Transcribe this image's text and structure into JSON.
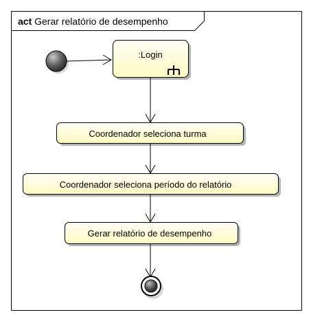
{
  "frame": {
    "keyword": "act",
    "title": "Gerar relatório de desempenho"
  },
  "nodes": {
    "login": ":Login",
    "select_class": "Coordenador seleciona turma",
    "select_period": "Coordenador seleciona período do relatório",
    "generate_report": "Gerar relatório de desempenho"
  },
  "colors": {
    "action_fill_top": "#fffef4",
    "action_fill_bottom": "#fdfbc8",
    "stroke": "#000000",
    "shadow": "#b4b4b4"
  }
}
